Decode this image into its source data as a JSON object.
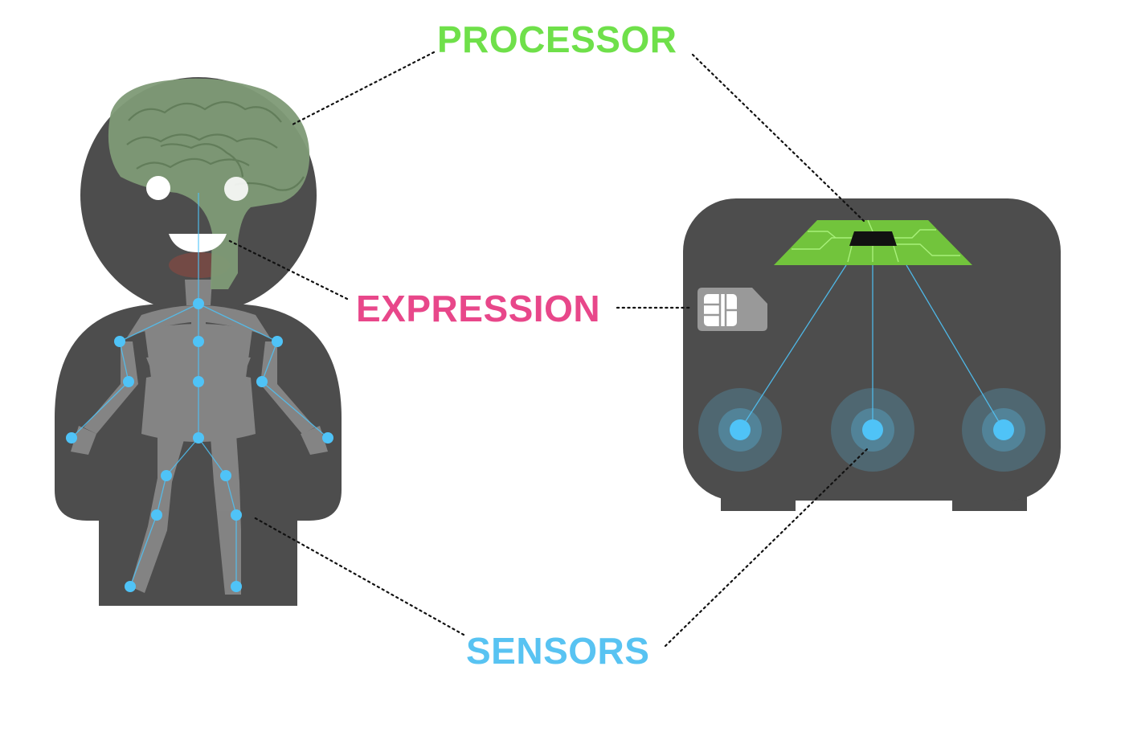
{
  "labels": {
    "processor": "PROCESSOR",
    "expression": "EXPRESSION",
    "sensors": "SENSORS"
  },
  "colors": {
    "processor": "#6fe04a",
    "expression": "#e8478a",
    "sensors": "#58c3f2",
    "body_fill": "#4d4d4d",
    "device_fill": "#4d4d4d",
    "circuit_board": "#72c43c",
    "circuit_trace": "#a8f07a",
    "chip": "#111111",
    "sim_card": "#999999",
    "brain": "#7e9a76",
    "skeleton": "#8a8a8a",
    "sensor_node": "#4fc3f7",
    "connector": "#111111"
  },
  "icons": {
    "figure": "humanoid-figure-icon",
    "brain": "brain-icon",
    "skeleton": "skeleton-icon",
    "device": "device-icon",
    "circuit": "circuit-board-icon",
    "chip": "chip-icon",
    "sim": "sim-card-icon",
    "sensor": "sensor-icon"
  }
}
